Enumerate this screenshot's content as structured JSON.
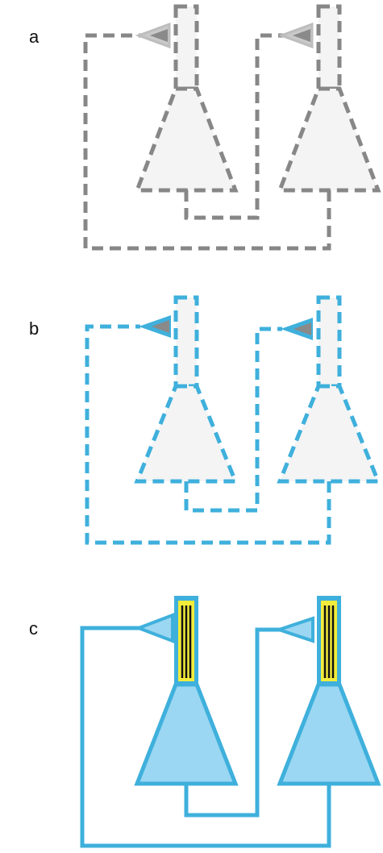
{
  "panels": [
    {
      "label": "a",
      "style": "dashed-gray"
    },
    {
      "label": "b",
      "style": "dashed-blue"
    },
    {
      "label": "c",
      "style": "solid-blue"
    }
  ],
  "colors": {
    "gray_stroke": "#878787",
    "gray_fill": "#f4f4f4",
    "blue_stroke": "#3fb0dc",
    "blue_fill": "#9bd7f2",
    "yellow": "#f2ec3a",
    "black": "#111111",
    "arrow_gray_inner": "#8a8a8a"
  }
}
